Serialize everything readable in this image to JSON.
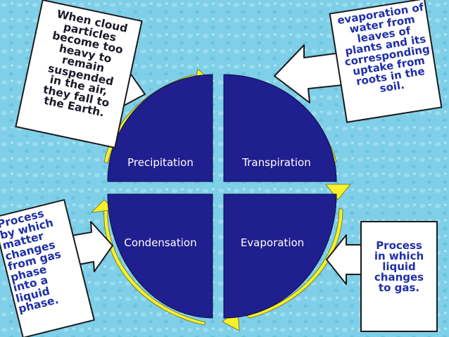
{
  "diagram": {
    "quadrants": {
      "top_left": "Precipitation",
      "top_right": "Transpiration",
      "bottom_left": "Condensation",
      "bottom_right": "Evaporation"
    },
    "callouts": {
      "precipitation": "When cloud\nparticles\nbecome too\nheavy to\nremain\nsuspended\nin the air,\nthey fall to\nthe Earth.",
      "transpiration": "evaporation of\nwater from\nleaves of\nplants and its\ncorresponding\nuptake from\nroots in the\nsoil.",
      "condensation": "Process\nby which\nmatter\nchanges\nfrom gas\nphase\ninto a\nliquid\nphase.",
      "evaporation": "Process\nin which\nliquid\nchanges\nto gas."
    }
  },
  "colors": {
    "background": "#7fcfe8",
    "quadrant_fill": "#1f1f8f",
    "cycle_arrow": "#f7f02a",
    "callout_border": "#1a1a1a",
    "callout_text": "#1f2fa8"
  }
}
